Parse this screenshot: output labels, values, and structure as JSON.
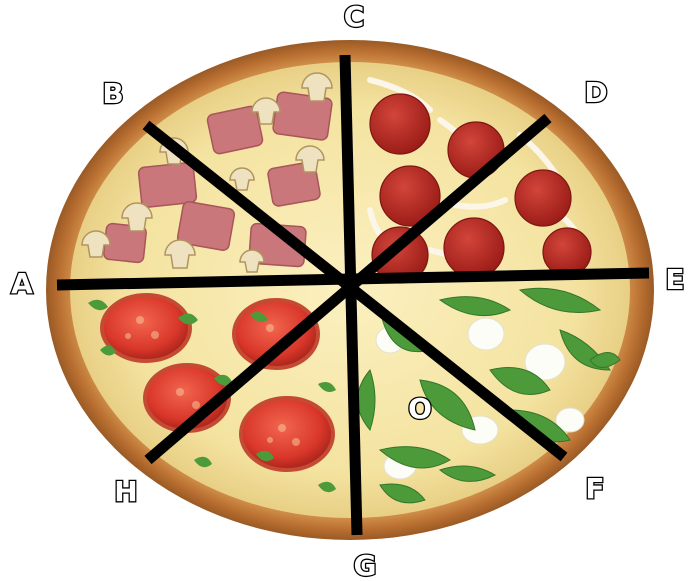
{
  "diagram": {
    "subject": "pizza",
    "labels": {
      "A": "A",
      "B": "B",
      "C": "C",
      "D": "D",
      "E": "E",
      "F": "F",
      "G": "G",
      "H": "H",
      "O": "O"
    },
    "lines": [
      "AE",
      "BF",
      "CG",
      "DH"
    ],
    "toppings_by_region": {
      "top-left": "ham and mushroom",
      "top-right": "pepperoni and onion",
      "bottom-left": "tomato and basil",
      "bottom-right": "arugula and mozzarella"
    },
    "colors": {
      "crust": "#c8823f",
      "cheese": "#f4e6a8",
      "line": "#000000",
      "tomato": "#d9372a",
      "pepperoni": "#b3211c",
      "ham": "#c9777a",
      "mushroom": "#efe2c0",
      "greens": "#4c9a3a"
    }
  }
}
